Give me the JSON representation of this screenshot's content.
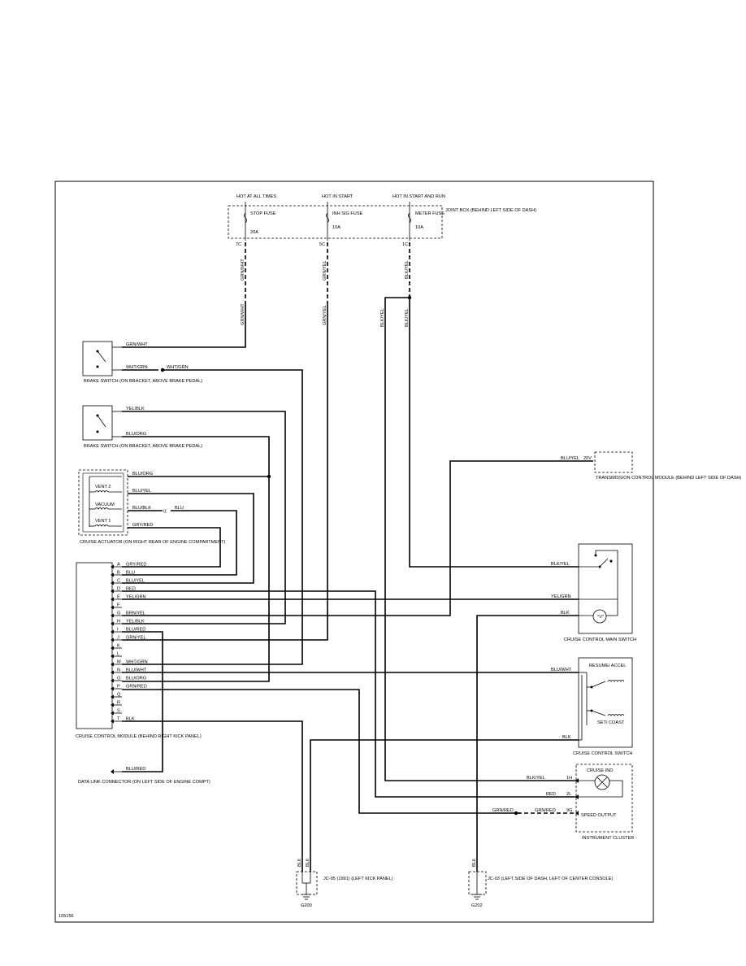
{
  "diagram_id": "105156",
  "fuses": {
    "stop": {
      "hot": "HOT AT ALL TIMES",
      "name": "STOP FUSE",
      "amps": "20A",
      "term": "7C",
      "wire_top": "GRN/WHT",
      "wire_bot": "GRN/WHT"
    },
    "inh": {
      "hot": "HOT IN START",
      "name": "INH SIG FUSE",
      "amps": "10A",
      "term": "5C",
      "wire_top": "GRN/YEL",
      "wire_bot": "GRN/YEL"
    },
    "meter": {
      "hot": "HOT IN START AND RUN",
      "name": "METER FUSE",
      "amps": "10A",
      "term": "1C",
      "wire_top": "BLK/YEL",
      "wire_bot": "BLK/YEL",
      "wire_left": "BLK/YEL"
    }
  },
  "joint_box": "JOINT BOX (BEHIND LEFT SIDE OF DASH)",
  "brake_switch_1": {
    "label": "BRAKE SWITCH (ON BRACKET, ABOVE BRAKE PEDAL)",
    "wire1": "GRN/WHT",
    "wire2": "WHT/GRN",
    "wire2b": "WHT/GRN"
  },
  "brake_switch_2": {
    "label": "BRAKE SWITCH (ON BRACKET, ABOVE BRAKE PEDAL)",
    "wire1": "YEL/BLK",
    "wire2": "BLU/ORG"
  },
  "actuator": {
    "label": "CRUISE ACTUATOR (ON RIGHT REAR OF ENGINE COMPARTMENT)",
    "vent2": "VENT 2",
    "vacuum": "VACUUM",
    "vent1": "VENT 1",
    "wires": [
      "BLU/ORG",
      "BLU/YEL",
      "BLU/BLK",
      "GRY/RED"
    ],
    "blu": "BLU"
  },
  "module": {
    "label": "CRUISE CONTROL MODULE (BEHIND RIGHT KICK PANEL)",
    "pins": [
      {
        "pin": "A",
        "wire": "GRY/RED"
      },
      {
        "pin": "B",
        "wire": "BLU"
      },
      {
        "pin": "C",
        "wire": "BLU/YEL"
      },
      {
        "pin": "D",
        "wire": "RED"
      },
      {
        "pin": "E",
        "wire": "YEL/GRN"
      },
      {
        "pin": "F",
        "wire": ""
      },
      {
        "pin": "G",
        "wire": "BRN/YEL"
      },
      {
        "pin": "H",
        "wire": "YEL/BLK"
      },
      {
        "pin": "I",
        "wire": "BLU/RED"
      },
      {
        "pin": "J",
        "wire": "GRN/YEL"
      },
      {
        "pin": "K",
        "wire": ""
      },
      {
        "pin": "L",
        "wire": ""
      },
      {
        "pin": "M",
        "wire": "WHT/GRN"
      },
      {
        "pin": "N",
        "wire": "BLU/WHT"
      },
      {
        "pin": "O",
        "wire": "BLU/ORG"
      },
      {
        "pin": "P",
        "wire": "GRN/RED"
      },
      {
        "pin": "Q",
        "wire": ""
      },
      {
        "pin": "R",
        "wire": ""
      },
      {
        "pin": "S",
        "wire": ""
      },
      {
        "pin": "T",
        "wire": "BLK"
      }
    ]
  },
  "dlc": {
    "label": "DATA LINK CONNECTOR (ON LEFT SIDE OF ENGINE COMPT)",
    "wire": "BLU/RED"
  },
  "tcm": {
    "label": "TRANSMISSION CONTROL MODULE (BEHIND LEFT SIDE OF DASH)",
    "wire": "BLU/YEL",
    "pin": "20V"
  },
  "main_switch": {
    "label": "CRUISE CONTROL MAIN SWITCH",
    "w1": "BLK/YEL",
    "w2": "YEL/GRN",
    "w3": "BLK"
  },
  "control_switch": {
    "label": "CRUISE CONTROL SWITCH",
    "resume": "RESUME/ ACCEL",
    "set": "SET/ COAST",
    "w1": "BLU/WHT",
    "w2": "BLK"
  },
  "cluster": {
    "label": "INSTRUMENT CLUSTER",
    "ind": "CRUISE IND",
    "speed": "SPEED OUTPUT",
    "w1": "BLK/YEL",
    "p1": "1H",
    "w2": "RED",
    "p2": "2L",
    "w3": "GRN/RED",
    "w3b": "GRN/RED",
    "p3": "9G"
  },
  "ground1": {
    "label": "JC-05 (1991) (LEFT KICK PANEL)",
    "g": "G200",
    "wire": "BLK",
    "wire2": "BLK"
  },
  "ground2": {
    "label": "JC-03 (LEFT SIDE OF DASH, LEFT OF CENTER CONSOLE)",
    "g": "G202",
    "wire": "BLK"
  }
}
